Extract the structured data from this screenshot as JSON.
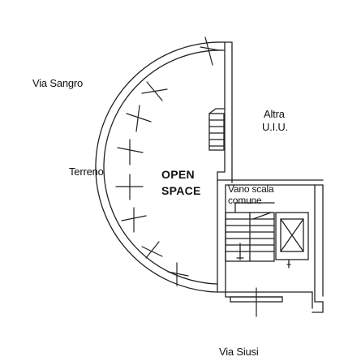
{
  "plan": {
    "streets": {
      "north": "Via Sangro",
      "south": "Via Siusi"
    },
    "level": "Terreno",
    "rooms": {
      "open_space_line1": "OPEN",
      "open_space_line2": "SPACE",
      "other_unit_line1": "Altra",
      "other_unit_line2": "U.I.U.",
      "stair_line1": "Vano scala",
      "stair_line2": "comune"
    }
  }
}
